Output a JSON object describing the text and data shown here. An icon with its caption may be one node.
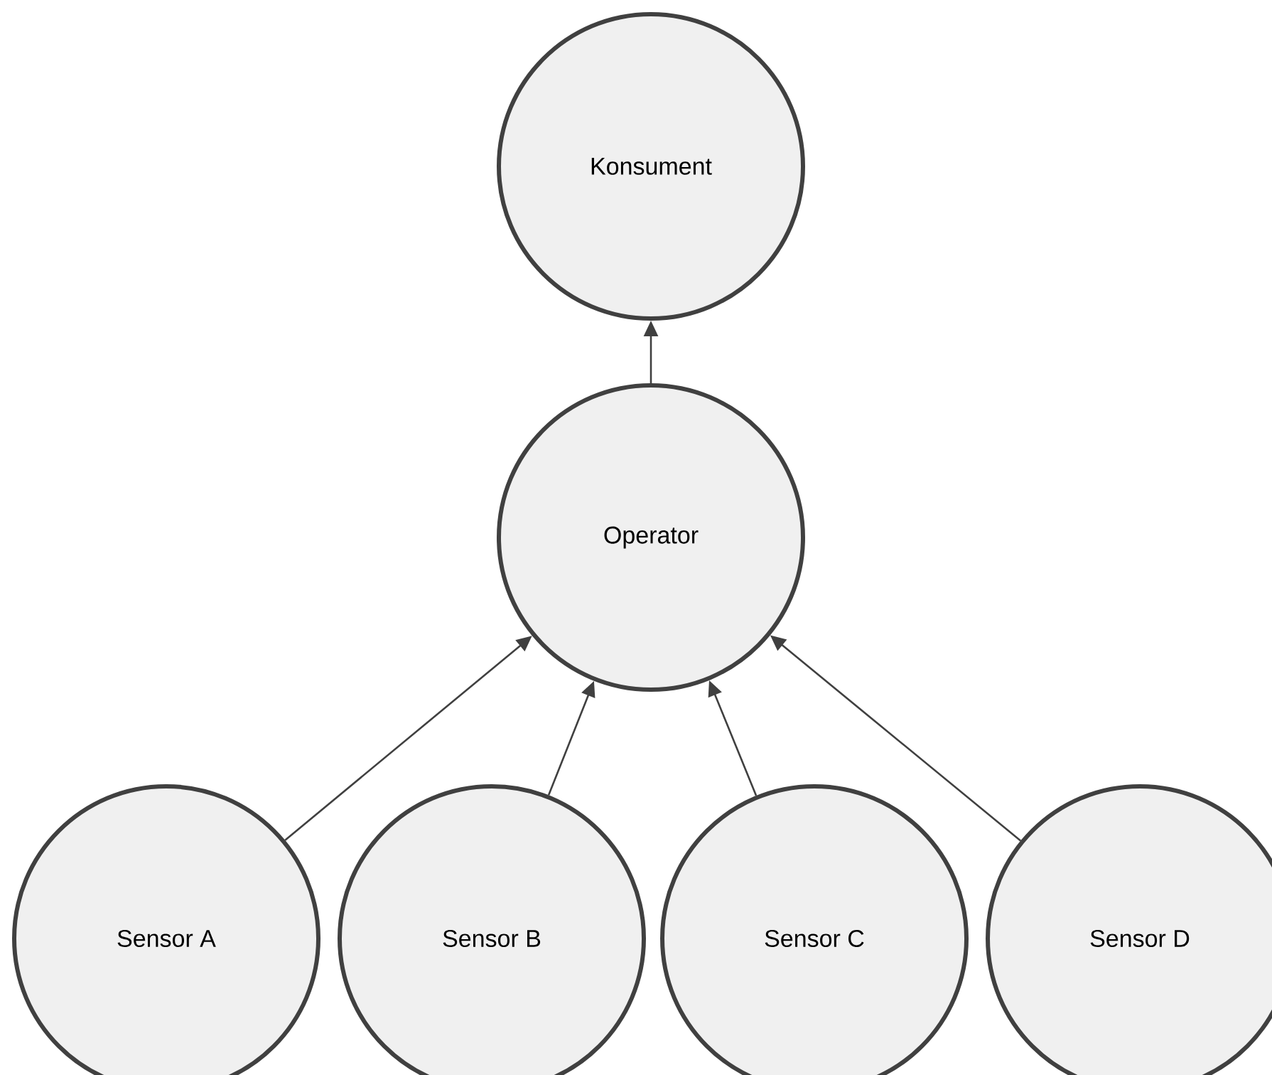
{
  "diagram": {
    "nodes": [
      {
        "text": [
          "Konsument"
        ]
      },
      {
        "text": [
          "Operator"
        ]
      },
      {
        "text": [
          "Sensor A"
        ]
      },
      {
        "text": [
          "Sensor B"
        ]
      },
      {
        "text": [
          "Sensor C"
        ]
      },
      {
        "text": [
          "Sensor D"
        ]
      }
    ],
    "edges": [
      {
        "from": 1,
        "to": 0,
        "arrow": "to"
      },
      {
        "from": 2,
        "to": 1,
        "arrow": "to"
      },
      {
        "from": 3,
        "to": 1,
        "arrow": "to"
      },
      {
        "from": 4,
        "to": 1,
        "arrow": "to"
      },
      {
        "from": 5,
        "to": 1,
        "arrow": "to"
      }
    ]
  }
}
